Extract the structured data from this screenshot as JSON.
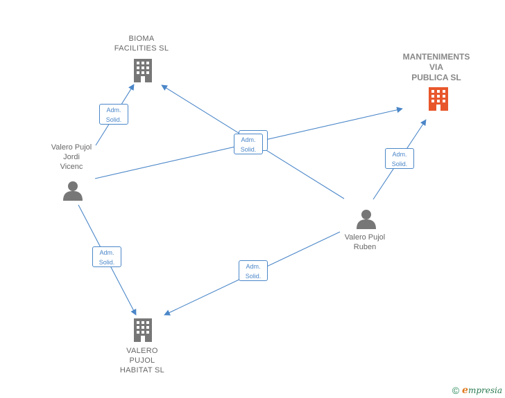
{
  "companies": {
    "bioma": {
      "line1": "BIOMA",
      "line2": "FACILITIES SL",
      "color": "#777777"
    },
    "manteniments": {
      "line1": "MANTENIMENTS",
      "line2": "VIA",
      "line3": "PUBLICA  SL",
      "color": "#e8572c"
    },
    "valero_habitat": {
      "line1": "VALERO",
      "line2": "PUJOL",
      "line3": "HABITAT  SL",
      "color": "#777777"
    }
  },
  "persons": {
    "jordi": {
      "line1": "Valero Pujol",
      "line2": "Jordi",
      "line3": "Vicenc"
    },
    "ruben": {
      "line1": "Valero Pujol",
      "line2": "Ruben"
    }
  },
  "edge_labels": {
    "jordi_bioma": {
      "line1": "Adm.",
      "line2": "Solid."
    },
    "center_a": {
      "line1": "Adm.",
      "line2": "Solid."
    },
    "center_b": {
      "line1": "Adm.",
      "line2": "Solid."
    },
    "ruben_manteniments": {
      "line1": "Adm.",
      "line2": "Solid."
    },
    "jordi_habitat": {
      "line1": "Adm.",
      "line2": "Solid."
    },
    "ruben_habitat": {
      "line1": "Adm.",
      "line2": "Solid."
    }
  },
  "footer": {
    "copyright": "©",
    "brand_initial": "e",
    "brand_rest": "mpresia"
  },
  "colors": {
    "edge": "#4a86c8",
    "person": "#777777"
  }
}
